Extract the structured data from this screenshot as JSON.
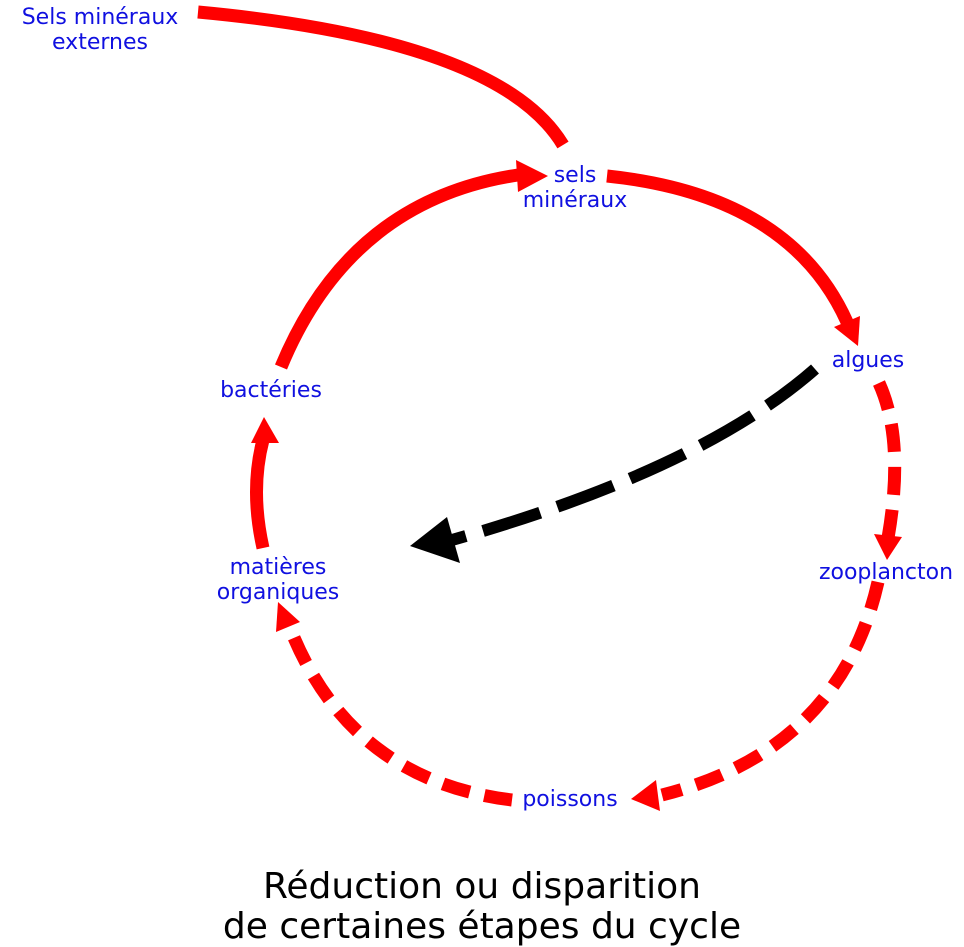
{
  "nodes": {
    "external": {
      "line1": "Sels minéraux",
      "line2": "externes"
    },
    "minerals": {
      "line1": "sels",
      "line2": "minéraux"
    },
    "algae": {
      "label": "algues"
    },
    "zooplankton": {
      "label": "zooplancton"
    },
    "fish": {
      "label": "poissons"
    },
    "organic": {
      "line1": "matières",
      "line2": "organiques"
    },
    "bacteria": {
      "label": "bactéries"
    }
  },
  "caption": {
    "line1": "Réduction ou disparition",
    "line2": "de certaines étapes du cycle"
  },
  "colors": {
    "cycle_arrow": "#ff0000",
    "shortcut_arrow": "#000000",
    "label_text": "#1010e0",
    "caption_text": "#000000"
  },
  "arrows": [
    {
      "from": "external",
      "to": "minerals",
      "style": "solid"
    },
    {
      "from": "minerals",
      "to": "algae",
      "style": "solid"
    },
    {
      "from": "algae",
      "to": "zooplankton",
      "style": "dashed"
    },
    {
      "from": "zooplankton",
      "to": "fish",
      "style": "dashed"
    },
    {
      "from": "fish",
      "to": "organic",
      "style": "dashed"
    },
    {
      "from": "organic",
      "to": "bacteria",
      "style": "solid"
    },
    {
      "from": "bacteria",
      "to": "minerals",
      "style": "solid"
    },
    {
      "from": "algae",
      "to": "organic",
      "style": "dashed",
      "color": "black"
    }
  ]
}
